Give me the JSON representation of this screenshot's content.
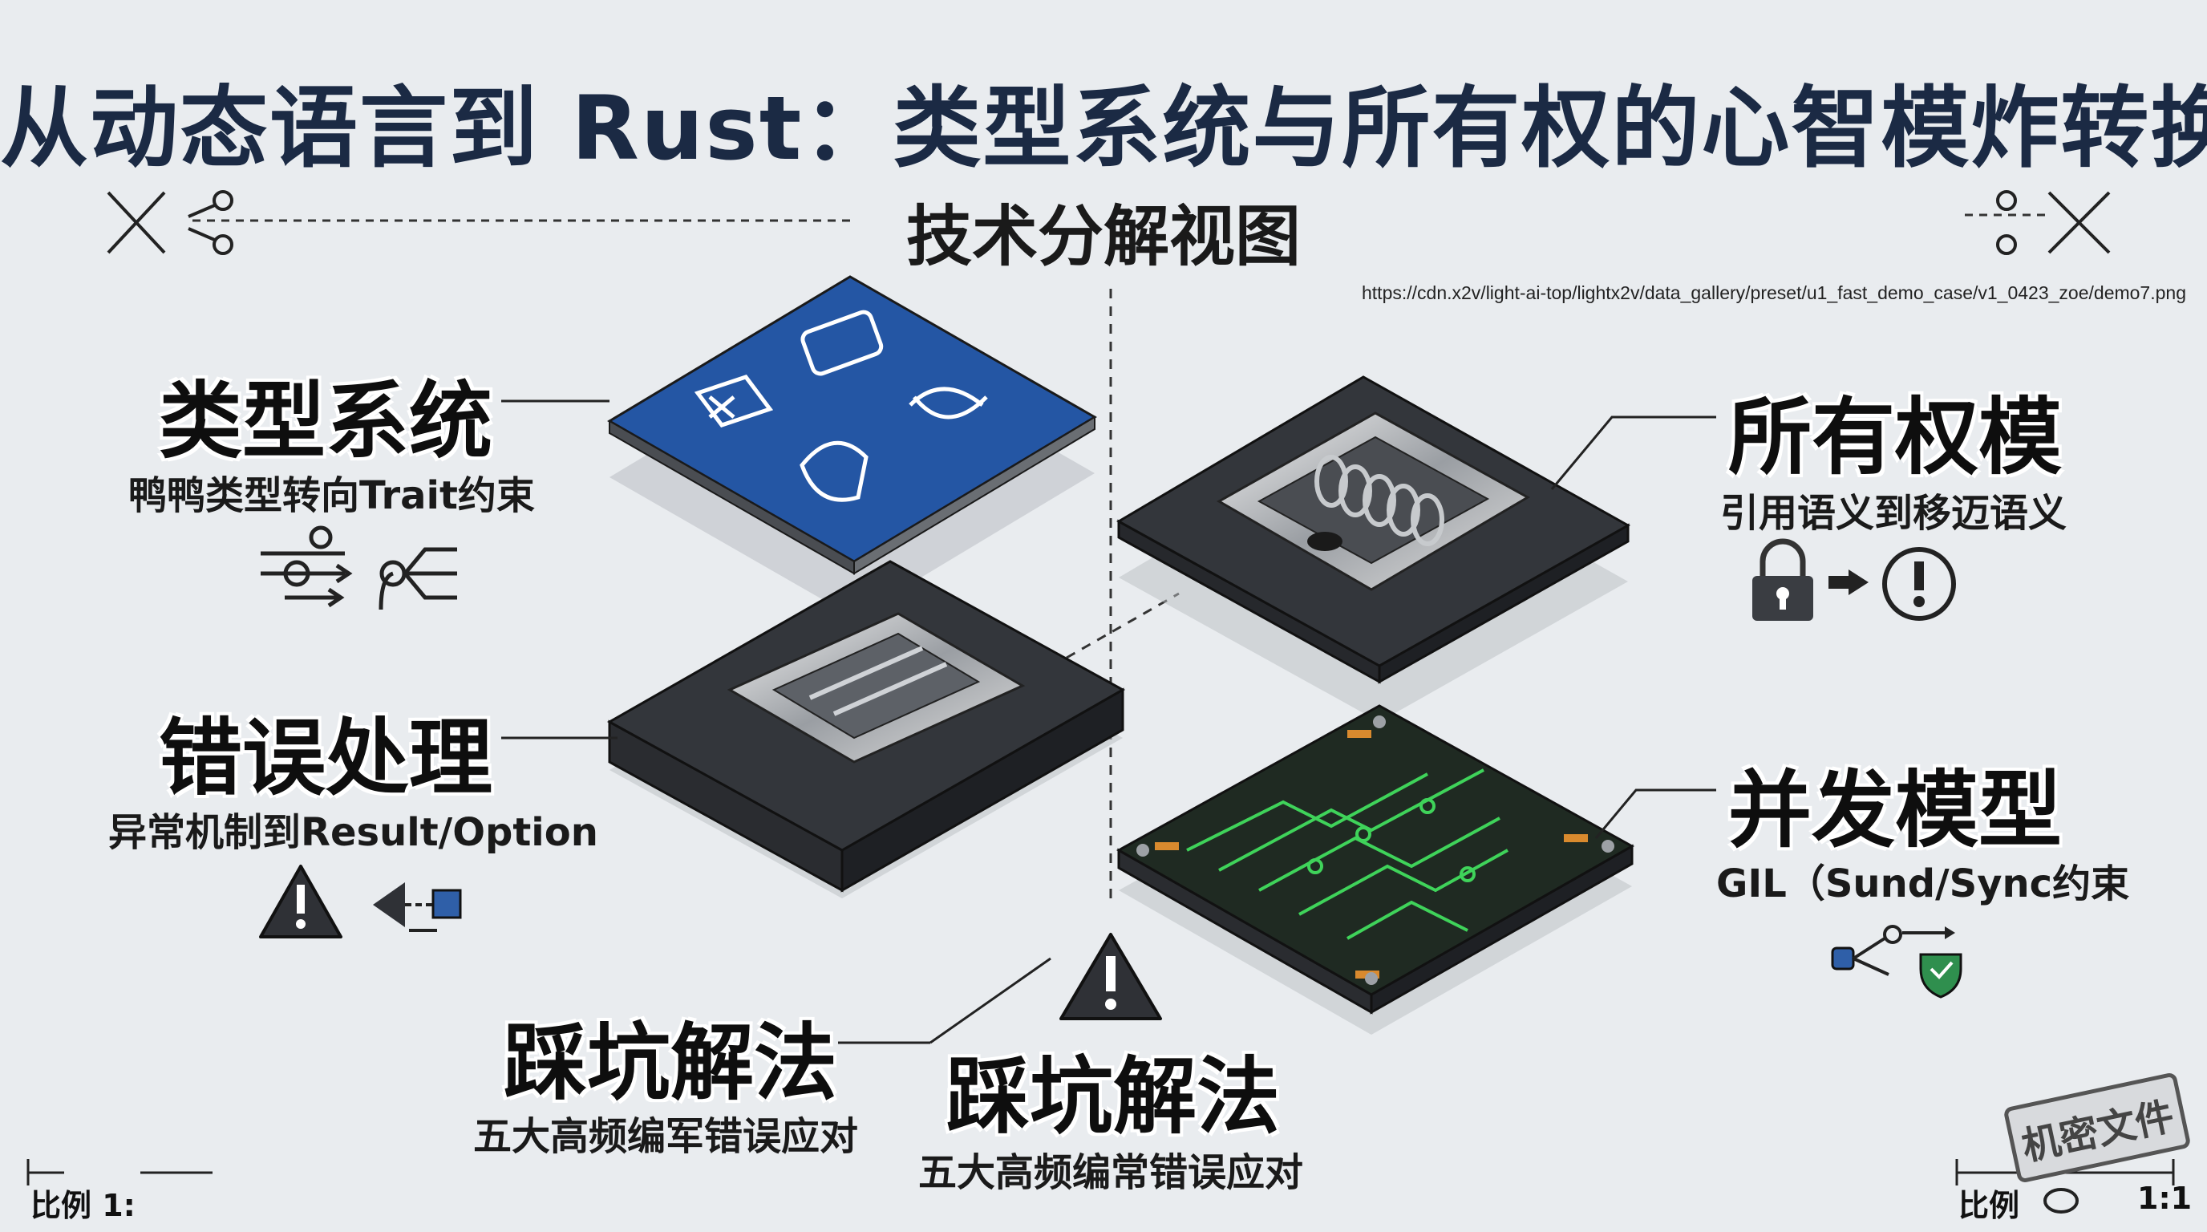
{
  "header": {
    "title": "从动态语言到 Rust：类型系统与所有权的心智模炸转换",
    "subtitle": "技术分解视图",
    "source_url": "https://cdn.x2v/light-ai-top/lightx2v/data_gallery/preset/u1_fast_demo_case/v1_0423_zoe/demo7.png"
  },
  "sections": {
    "type_system": {
      "title": "类型系统",
      "desc": "鸭鸭类型转向Trait约束"
    },
    "error_handling": {
      "title": "错误处理",
      "desc": "异常机制到Result/Option"
    },
    "pitfalls_left": {
      "title": "踩坑解法",
      "desc": "五大高频编军错误应对"
    },
    "pitfalls_center": {
      "title": "踩坑解法",
      "desc": "五大高频编常错误应对"
    },
    "ownership": {
      "title": "所有权模",
      "desc": "引用语义到移迈语义"
    },
    "concurrency": {
      "title": "并发模型",
      "desc": "GIL（Sund/Sync约束"
    }
  },
  "footer": {
    "scale_left": "比例 1:",
    "scale_right_label": "比例",
    "scale_right_value": "1:1",
    "stamp": "机密文件"
  },
  "icons": [
    "scissors-icon",
    "slider-icon",
    "branch-icon",
    "warning-icon",
    "arrow-left-icon",
    "lock-icon",
    "arrow-right-icon",
    "exclamation-icon",
    "shield-icon",
    "share-icon"
  ],
  "colors": {
    "background": "#e9ecef",
    "title": "#1b2a44",
    "type_tile": "#2456a4",
    "dark_tile": "#2b2e33",
    "circuit_tile": "#1f2a22",
    "circuit_trace": "#3fd35a",
    "shield": "#2f8f4e",
    "node_blue": "#2f5fa8"
  }
}
